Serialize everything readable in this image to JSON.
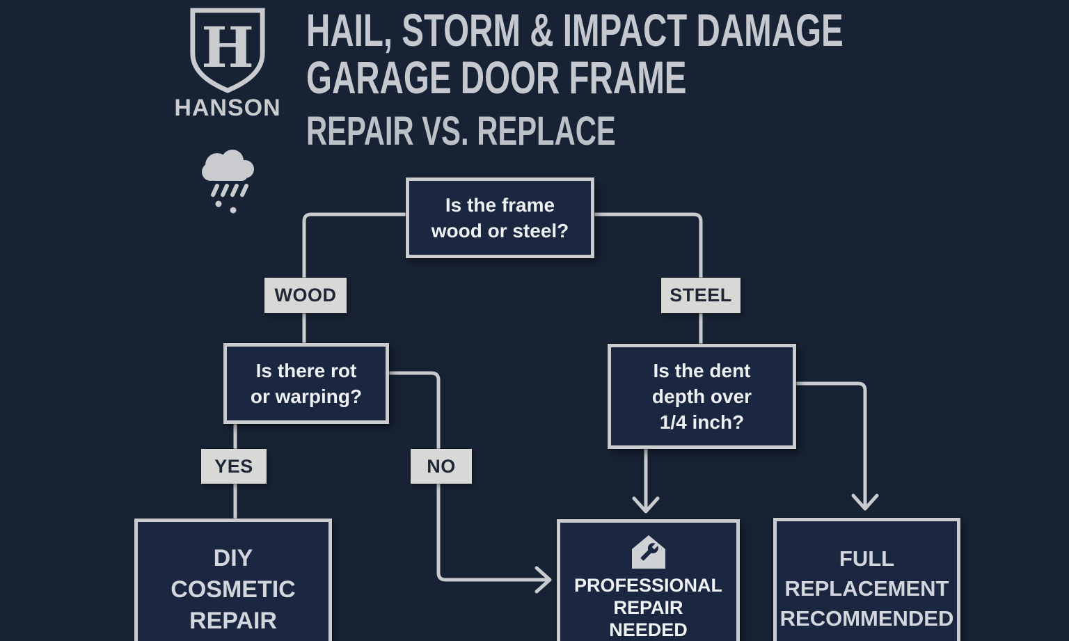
{
  "colors": {
    "background": "#172234",
    "line": "#c9cbce",
    "box_fill": "#1b2740",
    "label_fill": "#d8d9d7",
    "label_text": "#1f2736",
    "box_text": "#eef1f4",
    "title_text": "#c5c8ce"
  },
  "brand": {
    "monogram": "H",
    "name": "HANSON",
    "icons": [
      "shield-icon",
      "rain-cloud-icon"
    ]
  },
  "title": {
    "line1": "HAIL, STORM & IMPACT DAMAGE",
    "line2": "GARAGE DOOR FRAME",
    "line3": "REPAIR VS. REPLACE"
  },
  "flow": {
    "root": {
      "l1": "Is the frame",
      "l2": "wood or steel?"
    },
    "wood_label": "WOOD",
    "steel_label": "STEEL",
    "rot": {
      "l1": "Is there rot",
      "l2": "or warping?"
    },
    "dent": {
      "l1": "Is the dent",
      "l2": "depth over",
      "l3": "1/4 inch?"
    },
    "yes_label": "YES",
    "no_label": "NO",
    "diy": {
      "l1": "DIY",
      "l2": "COSMETIC",
      "l3": "REPAIR"
    },
    "pro": {
      "l1": "PROFESSIONAL",
      "l2": "REPAIR",
      "l3": "NEEDED",
      "icon": "house-wrench-icon"
    },
    "replace": {
      "l1": "FULL",
      "l2": "REPLACEMENT",
      "l3": "RECOMMENDED"
    }
  }
}
